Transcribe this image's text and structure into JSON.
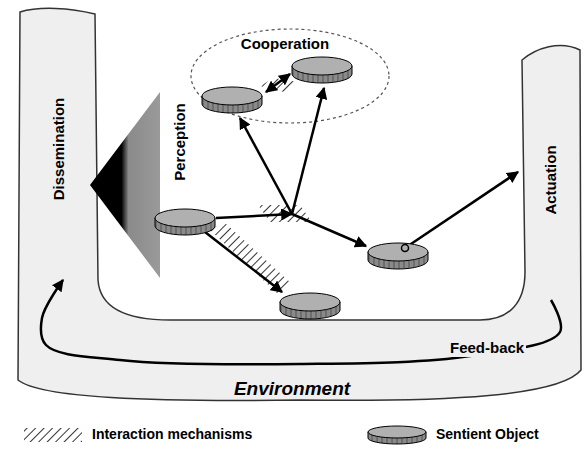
{
  "diagram": {
    "nodes": [
      {
        "text": [
          "Environment"
        ]
      },
      {
        "text": [
          "Dissemination"
        ],
        "in": 0
      },
      {
        "text": [
          "Actuation"
        ],
        "in": 0
      },
      {
        "text": [
          "Cooperation"
        ]
      },
      {
        "text": [
          "Perception"
        ]
      }
    ],
    "edges": [
      {
        "from": 2,
        "to": 1,
        "arrow": "to",
        "label": "Feed-back"
      }
    ],
    "legend": [
      {
        "text": "Interaction mechanisms"
      },
      {
        "text": "Sentient Object"
      }
    ]
  }
}
